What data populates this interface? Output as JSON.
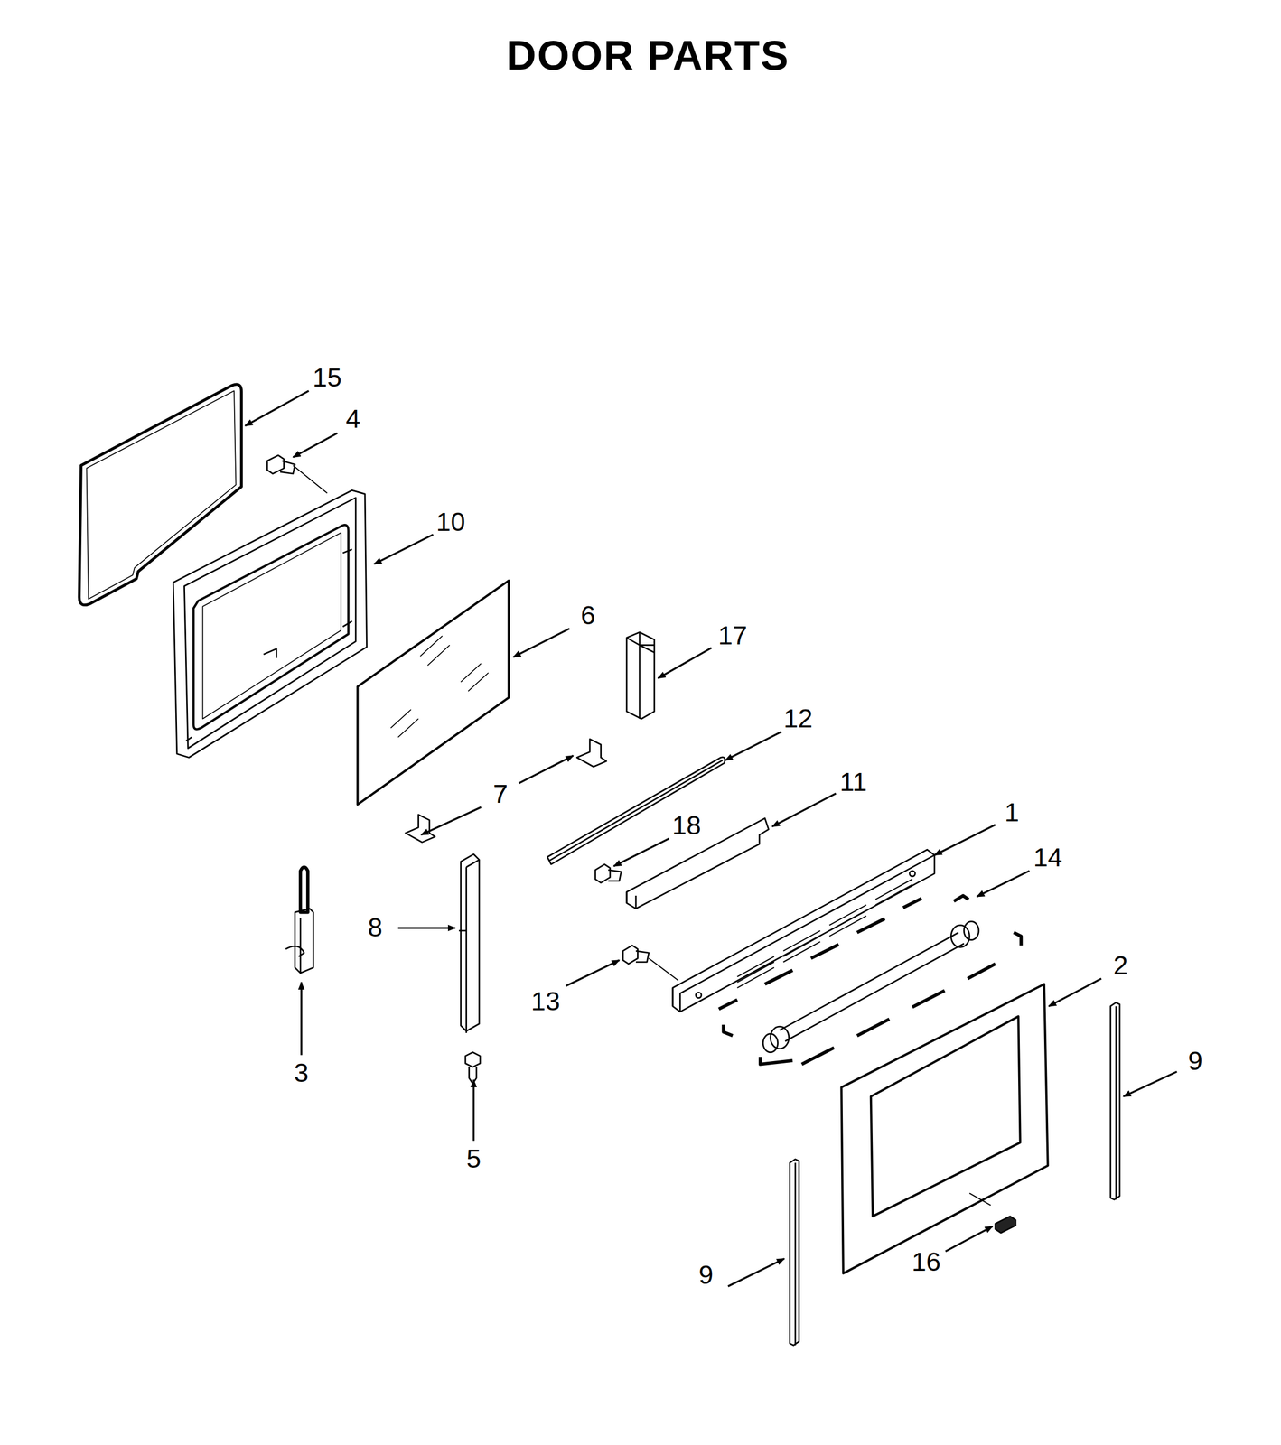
{
  "diagram": {
    "title": "DOOR PARTS",
    "labels": [
      "15",
      "4",
      "10",
      "6",
      "17",
      "12",
      "7",
      "7",
      "11",
      "18",
      "1",
      "14",
      "8",
      "2",
      "13",
      "3",
      "9",
      "5",
      "16",
      "9"
    ]
  }
}
